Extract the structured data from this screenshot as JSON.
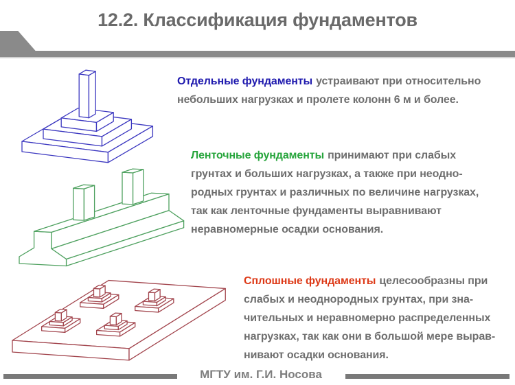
{
  "slide": {
    "title": "12.2. Классификация фундаментов",
    "footer": {
      "institution": "МГТУ им. Г.И. Носова"
    },
    "sections": [
      {
        "heading": "Отдельные фундаменты",
        "heading_color": "#1f1aae",
        "drawing": "single-stepped-foundation-isometric",
        "drawing_color": "#3c38c0",
        "lines": [
          "устраивают при относительно",
          "небольших нагрузках и пролете колонн 6 м и более."
        ]
      },
      {
        "heading": "Ленточные фундаменты",
        "heading_color": "#27a53c",
        "drawing": "strip-foundation-isometric",
        "drawing_color": "#4da05e",
        "lines": [
          "принимают при слабых",
          "грунтах и больших нагрузках, а также при неодно-",
          "родных грунтах и различных по величине нагрузках,",
          "так как ленточные фундаменты выравнивают",
          "неравномерные осадки основания."
        ]
      },
      {
        "heading": "Сплошные фундаменты",
        "heading_color": "#dd3a18",
        "drawing": "slab-foundation-isometric",
        "drawing_color": "#a2454d",
        "lines": [
          "целесообразны при",
          "слабых и неоднородных грунтах, при зна-",
          "чительных и неравномерно распределенных",
          "нагрузках, так как они в большой мере вырав-",
          "нивают осадки основания."
        ]
      }
    ],
    "colors": {
      "title_text": "#6a6a6a",
      "body_text": "#6e6e6e",
      "header_bar": "#8a8a8a",
      "footer_bar": "#797979",
      "background": "#ffffff"
    }
  }
}
